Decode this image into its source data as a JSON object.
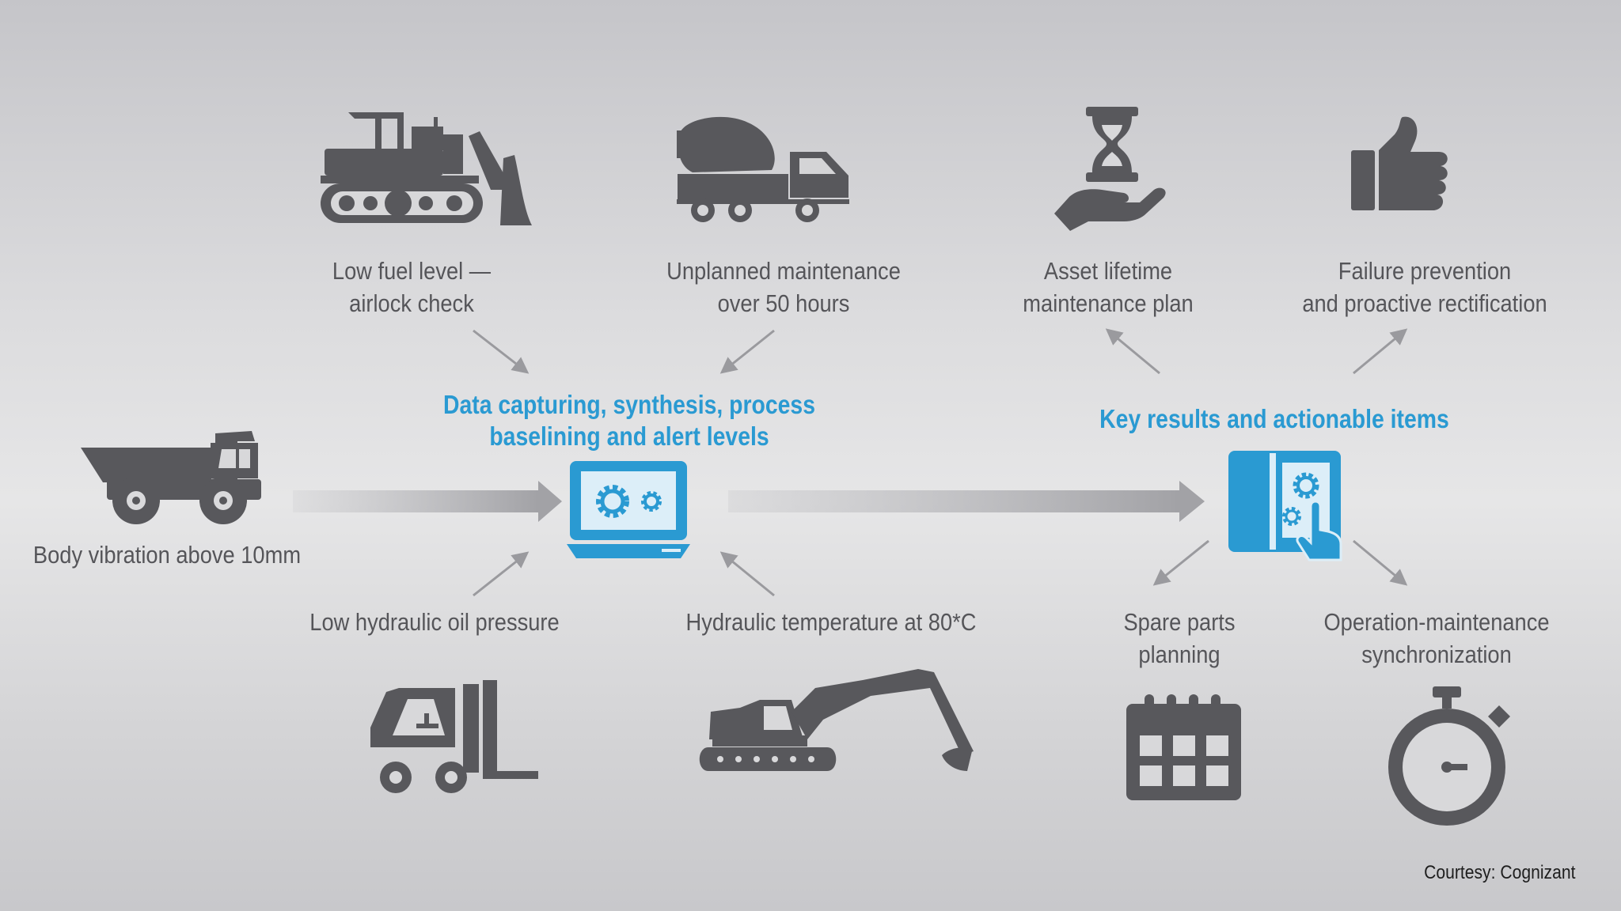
{
  "center": {
    "process_title": [
      "Data capturing, synthesis, process",
      "baselining and alert levels"
    ],
    "results_title": "Key results and actionable items"
  },
  "inputs": {
    "dozer": [
      "Low fuel level —",
      "airlock check"
    ],
    "mixer": [
      "Unplanned maintenance",
      "over 50 hours"
    ],
    "dump_truck": "Body vibration above 10mm",
    "forklift": "Low hydraulic oil pressure",
    "excavator": "Hydraulic temperature at 80*C"
  },
  "outputs": {
    "asset_lifetime": [
      "Asset lifetime",
      "maintenance plan"
    ],
    "failure_prevention": [
      "Failure prevention",
      "and proactive rectification"
    ],
    "spare_parts": [
      "Spare parts",
      "planning"
    ],
    "operation_sync": [
      "Operation-maintenance",
      "synchronization"
    ]
  },
  "credit": "Courtesy: Cognizant",
  "colors": {
    "icon_gray": "#58585c",
    "accent_blue": "#2a9ad2",
    "arrow_gray": "#9a9a9e",
    "text_gray": "#555559"
  },
  "icons": {
    "dozer": "bulldozer-icon",
    "mixer": "cement-mixer-icon",
    "dump_truck": "dump-truck-icon",
    "forklift": "forklift-icon",
    "excavator": "excavator-icon",
    "laptop": "laptop-gears-icon",
    "tablet": "tablet-touch-icon",
    "hourglass": "hourglass-hand-icon",
    "thumbs_up": "thumbs-up-icon",
    "calendar": "calendar-icon",
    "stopwatch": "stopwatch-icon"
  }
}
